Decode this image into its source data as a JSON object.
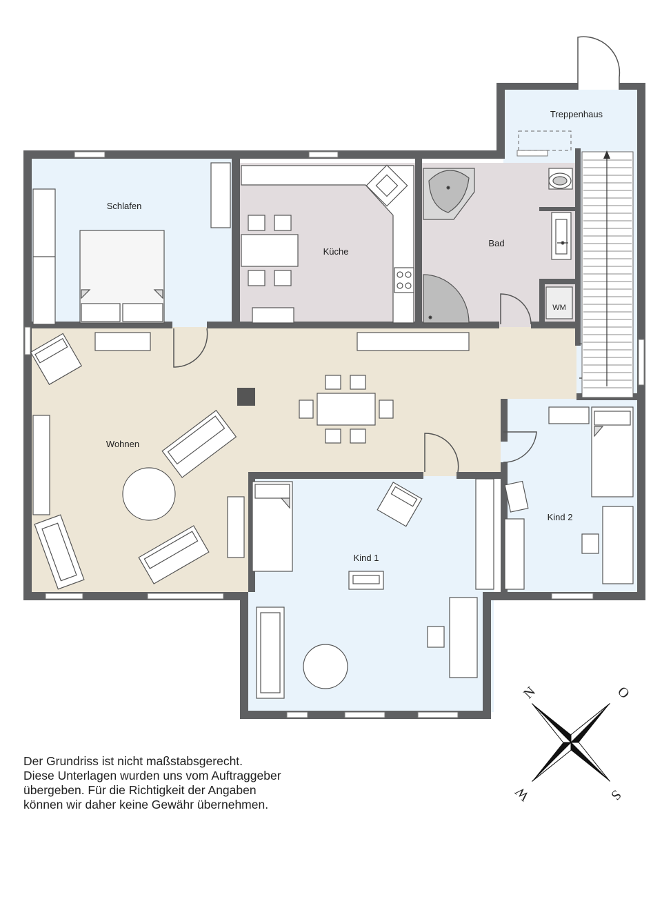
{
  "rooms": {
    "treppenhaus": "Treppenhaus",
    "schlafen": "Schlafen",
    "kueche": "Küche",
    "bad": "Bad",
    "wohnen": "Wohnen",
    "kind1": "Kind 1",
    "kind2": "Kind 2"
  },
  "fixtures": {
    "washing_machine": "WM"
  },
  "compass": {
    "north": "N",
    "east": "O",
    "south": "S",
    "west": "W"
  },
  "disclaimer": [
    "Der Grundriss ist nicht maßstabsgerecht.",
    "Diese Unterlagen wurden uns vom Auftraggeber",
    "übergeben. Für die Richtigkeit der Angaben",
    "können wir daher keine Gewähr übernehmen."
  ],
  "colors": {
    "wall": "#5f6062",
    "bedroom_fill": "#e9f3fb",
    "kitchen_bath_fill": "#e2dcde",
    "living_fill": "#ede6d6",
    "furniture_fill": "#ffffff",
    "furniture_stroke": "#555555"
  }
}
